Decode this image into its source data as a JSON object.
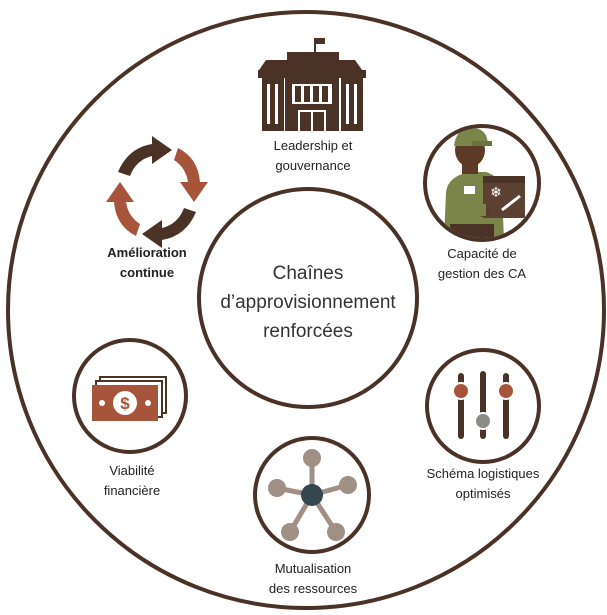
{
  "colors": {
    "ring": "#4a3226",
    "dark_brown": "#4a3226",
    "rust": "#a6553a",
    "slate": "#354650",
    "cream": "#ffffff",
    "gray_knob": "#8e8a86"
  },
  "center": {
    "line1": "Chaînes",
    "line2": "d’approvisionnement",
    "line3": "renforcées"
  },
  "nodes": [
    {
      "id": "leadership",
      "icon": "government-building-icon",
      "line1": "Leadership et",
      "line2": "gouvernance"
    },
    {
      "id": "capacite",
      "icon": "worker-with-cold-box-icon",
      "line1": "Capacité de",
      "line2": "gestion des CA"
    },
    {
      "id": "schema",
      "icon": "sliders-icon",
      "line1": "Schéma logistiques",
      "line2": "optimisés"
    },
    {
      "id": "mutualisation",
      "icon": "network-hub-icon",
      "line1": "Mutualisation",
      "line2": "des ressources"
    },
    {
      "id": "viabilite",
      "icon": "dollar-bill-icon",
      "line1": "Viabilité",
      "line2": "financière"
    },
    {
      "id": "amelioration",
      "icon": "cycle-arrows-icon",
      "line1": "Amélioration",
      "line2": "continue"
    }
  ]
}
